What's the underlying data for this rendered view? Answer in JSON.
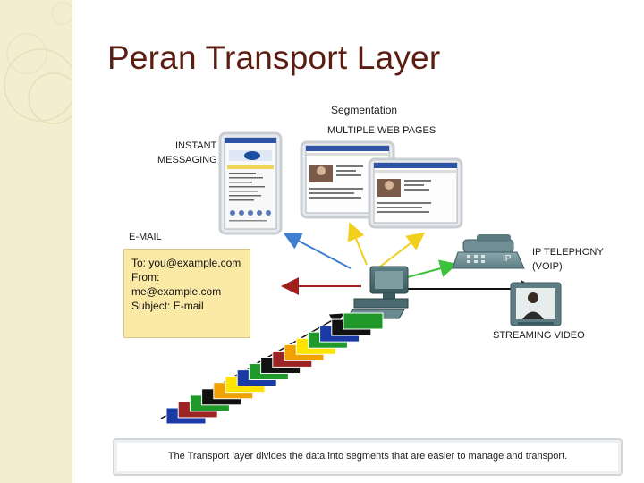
{
  "slide": {
    "title": "Peran Transport Layer"
  },
  "labels": {
    "segmentation": "Segmentation",
    "web_pages": "MULTIPLE WEB PAGES",
    "instant": "INSTANT",
    "messaging": "MESSAGING",
    "email": "E-MAIL",
    "ip_telephony": "IP TELEPHONY",
    "voip": "(VOIP)",
    "streaming": "STREAMING VIDEO",
    "ip_badge": "IP"
  },
  "email_message": {
    "to": "To: you@example.com",
    "from": "From: me@example.com",
    "subject": "Subject: E-mail"
  },
  "caption": "The Transport layer divides the data into segments that are easier to manage and transport.",
  "segments": [
    {
      "color": "#1a3aa6"
    },
    {
      "color": "#9c2424"
    },
    {
      "color": "#1f9a2a"
    },
    {
      "color": "#111111"
    },
    {
      "color": "#f2a200"
    },
    {
      "color": "#ffe400"
    },
    {
      "color": "#1a3aa6"
    },
    {
      "color": "#1f9a2a"
    },
    {
      "color": "#111111"
    },
    {
      "color": "#9c2424"
    },
    {
      "color": "#f2a200"
    },
    {
      "color": "#ffe400"
    },
    {
      "color": "#1f9a2a"
    },
    {
      "color": "#1a3aa6"
    },
    {
      "color": "#111111"
    },
    {
      "color": "#1f9a2a"
    }
  ],
  "colors": {
    "title": "#5a1d12",
    "sidebar": "#f3eed0",
    "arrow_blue": "#3f7fd0",
    "arrow_yellow": "#f2cf1a",
    "arrow_green": "#3cc23c",
    "arrow_red": "#a02020",
    "email_bg": "#fbeaa6"
  }
}
